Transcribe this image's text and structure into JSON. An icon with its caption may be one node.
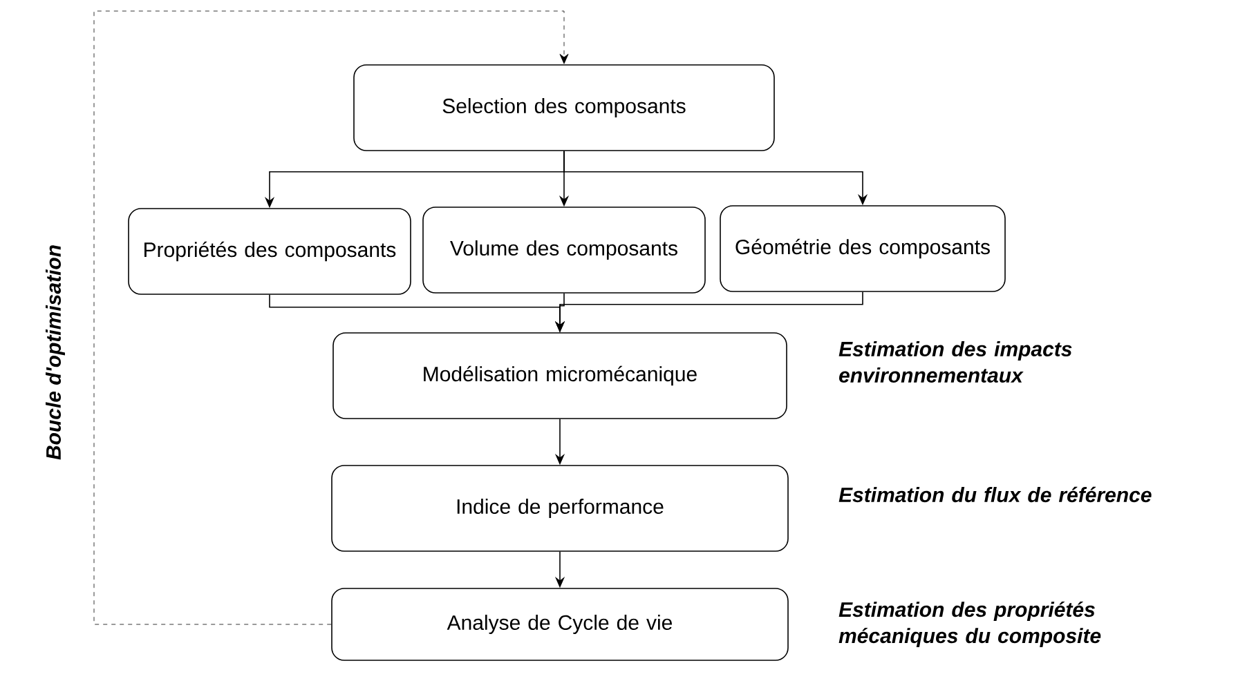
{
  "diagram": {
    "nodes": [
      {
        "text": [
          "Selection des composants"
        ]
      },
      {
        "text": [
          "Propriétés des composants"
        ]
      },
      {
        "text": [
          "Volume des composants"
        ]
      },
      {
        "text": [
          "Géométrie des composants"
        ]
      },
      {
        "text": [
          "Modélisation micromécanique"
        ],
        "beside": [
          "Estimation des impacts environnementaux"
        ]
      },
      {
        "text": [
          "Indice de performance"
        ],
        "beside": [
          "Estimation du flux de référence"
        ]
      },
      {
        "text": [
          "Analyse de Cycle de vie"
        ],
        "beside": [
          "Estimation des propriétés mécaniques du composite"
        ]
      }
    ],
    "edges": [
      {
        "from": 0,
        "to": 1,
        "arrow": "to"
      },
      {
        "from": 0,
        "to": 2,
        "arrow": "to"
      },
      {
        "from": 0,
        "to": 3,
        "arrow": "to"
      },
      {
        "from": 1,
        "to": 4,
        "arrow": "to"
      },
      {
        "from": 2,
        "to": 4,
        "arrow": "to"
      },
      {
        "from": 3,
        "to": 4,
        "arrow": "to"
      },
      {
        "from": 4,
        "to": 5,
        "arrow": "to"
      },
      {
        "from": 5,
        "to": 6,
        "arrow": "to"
      },
      {
        "from": 6,
        "to": 0,
        "arrow": "to",
        "style": "dashed",
        "label": "Boucle d'optimisation"
      }
    ]
  }
}
